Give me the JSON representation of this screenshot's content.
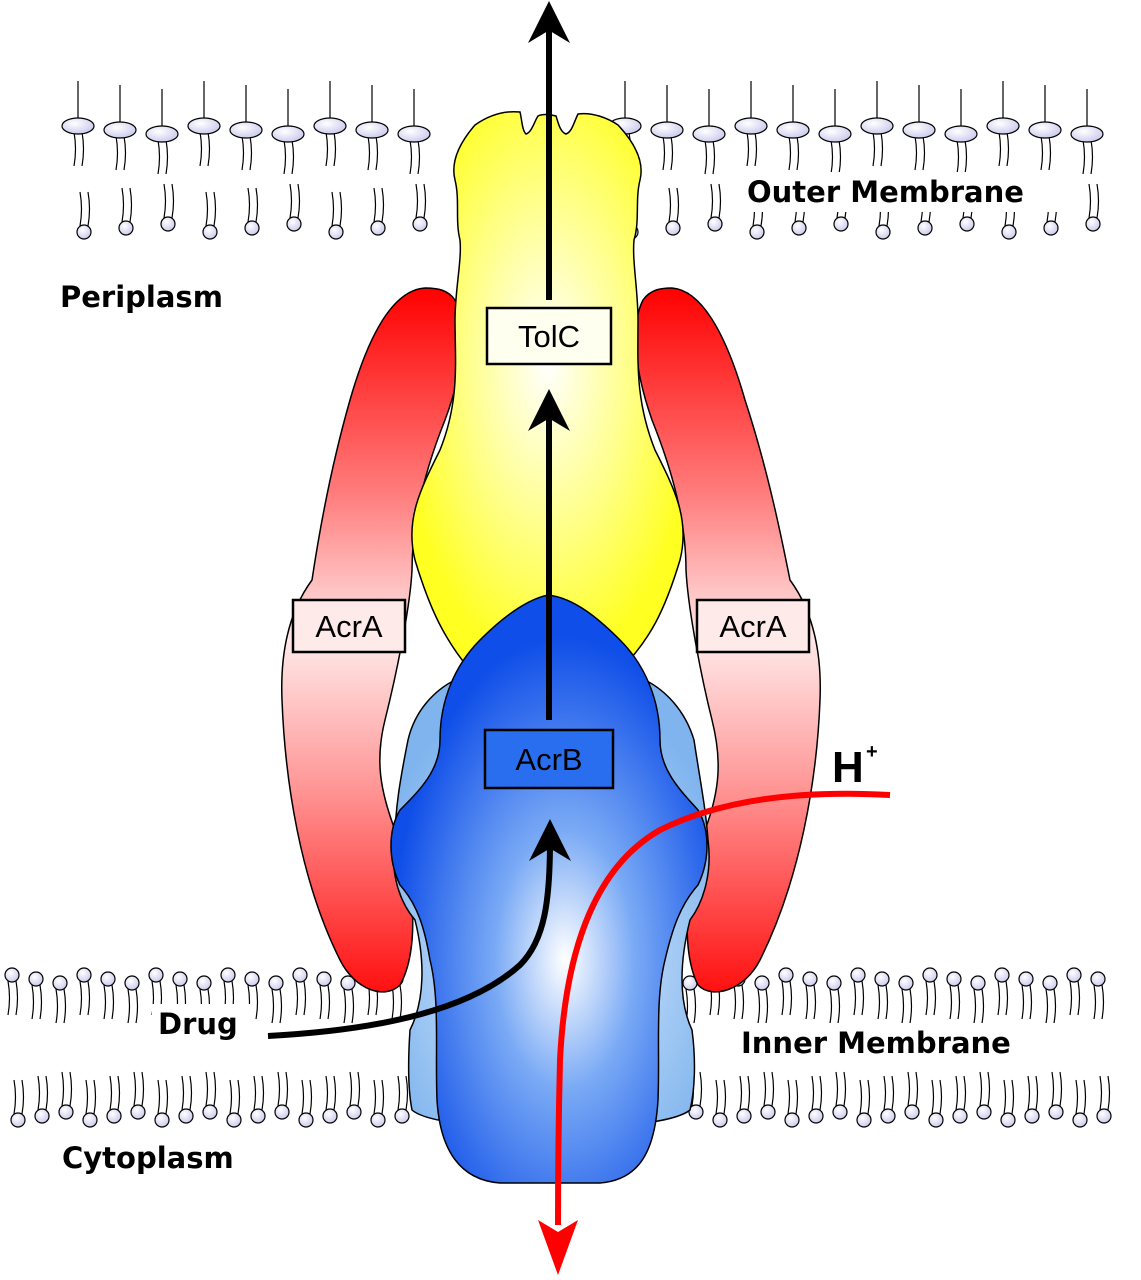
{
  "regions": {
    "outer_membrane": "Outer Membrane",
    "periplasm": "Periplasm",
    "inner_membrane": "Inner Membrane",
    "cytoplasm": "Cytoplasm"
  },
  "proteins": {
    "tolc": "TolC",
    "acra_left": "AcrA",
    "acra_right": "AcrA",
    "acrb": "AcrB"
  },
  "substrates": {
    "drug": "Drug",
    "proton": "H",
    "proton_charge": "+"
  },
  "colors": {
    "tolc": "#ffff44",
    "acra": "#ff1a1a",
    "acrb": "#1a5cf0",
    "acrb_outer": "#8fc0f0",
    "proton_path": "#ff0000",
    "drug_path": "#000000",
    "lipid_head": "#e6e6f8"
  }
}
